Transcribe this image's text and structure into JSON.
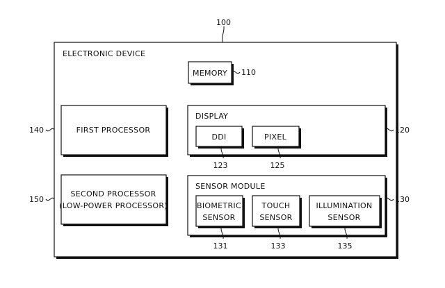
{
  "device": {
    "label": "ELECTRONIC DEVICE",
    "ref": "100"
  },
  "memory": {
    "label": "MEMORY",
    "ref": "110"
  },
  "first_processor": {
    "label": "FIRST PROCESSOR",
    "ref": "140"
  },
  "second_processor": {
    "line1": "SECOND PROCESSOR",
    "line2": "(LOW-POWER PROCESSOR)",
    "ref": "150"
  },
  "display": {
    "label": "DISPLAY",
    "ref": "120",
    "ddi": {
      "label": "DDI",
      "ref": "123"
    },
    "pixel": {
      "label": "PIXEL",
      "ref": "125"
    }
  },
  "sensor_module": {
    "label": "SENSOR MODULE",
    "ref": "130",
    "biometric": {
      "line1": "BIOMETRIC",
      "line2": "SENSOR",
      "ref": "131"
    },
    "touch": {
      "line1": "TOUCH",
      "line2": "SENSOR",
      "ref": "133"
    },
    "illumination": {
      "line1": "ILLUMINATION",
      "line2": "SENSOR",
      "ref": "135"
    }
  }
}
